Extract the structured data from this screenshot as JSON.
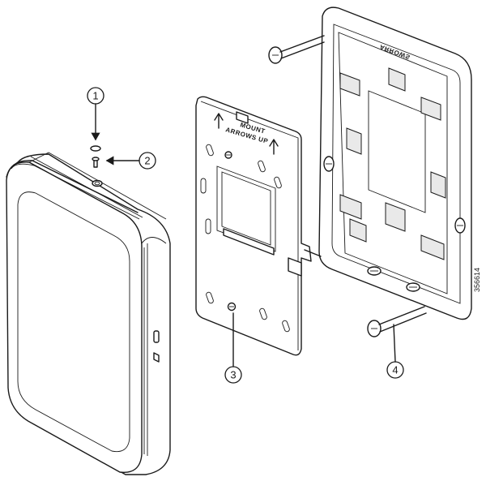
{
  "callouts": [
    {
      "label": "1"
    },
    {
      "label": "2"
    },
    {
      "label": "3"
    },
    {
      "label": "4"
    }
  ],
  "plate": {
    "text_line1": "MOUNT",
    "text_line2": "ARROWS UP"
  },
  "back_box": {
    "text": "ARROWS"
  },
  "figure_id": "356614"
}
